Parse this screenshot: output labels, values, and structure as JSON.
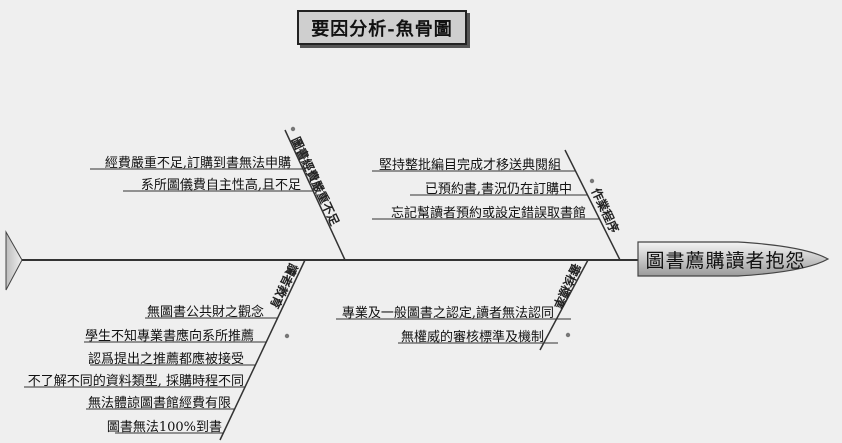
{
  "title": "要因分析-魚骨圖",
  "head": "圖書薦購讀者抱怨",
  "categories": {
    "funding": {
      "label": "圖書經費嚴重不足",
      "causes": [
        "經費嚴重不足,訂購到書無法申購",
        "系所圖儀費自主性高,且不足"
      ]
    },
    "workflow": {
      "label": "作業程序",
      "causes": [
        "堅持整批編目完成才移送典閱組",
        "已預約書,書況仍在訂購中",
        "忘記幫讀者預約或設定錯誤取書館"
      ]
    },
    "promotion": {
      "label": "讀者教育",
      "causes": [
        "無圖書公共財之觀念",
        "學生不知專業書應向系所推薦",
        "認爲提出之推薦都應被接受",
        "不了解不同的資料類型, 採購時程不同",
        "無法體諒圖書館經費有限",
        "圖書無法100%到書"
      ]
    },
    "review": {
      "label": "審核標準",
      "causes": [
        "專業及一般圖書之認定,讀者無法認同",
        "無權威的審核標準及機制"
      ]
    }
  },
  "colors": {
    "background": "#efefef",
    "line": "#333333",
    "head_fill": "#c8c8c8",
    "title_fill": "#cfcfcf"
  }
}
